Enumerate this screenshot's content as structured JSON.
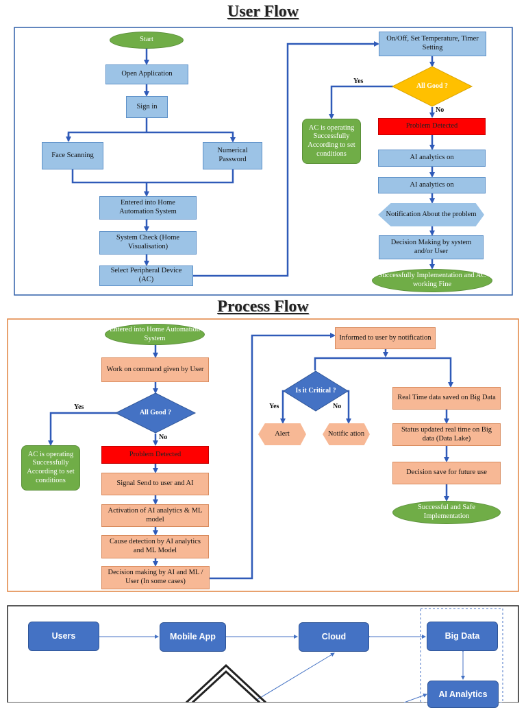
{
  "user_flow": {
    "title": "User Flow",
    "start": "Start",
    "open_application": "Open Application",
    "sign_in": "Sign in",
    "face_scanning": "Face Scanning",
    "numerical_password": "Numerical Password",
    "entered_home": "Entered into Home Automation System",
    "system_check": "System Check (Home Visualisation)",
    "select_device": "Select Peripheral Device (AC)",
    "on_off": "On/Off, Set Temperature, Timer Setting",
    "all_good": "All Good ?",
    "yes": "Yes",
    "no": "No",
    "ac_operating": "AC is operating Successfully According to set conditions",
    "problem_detected": "Problem Detected",
    "ai_analytics_1": "AI analytics on",
    "ai_analytics_2": "AI analytics on",
    "notification": "Notification About the problem",
    "decision_making": "Decision Making by system and/or User",
    "success": "Successfully Implementation and AC working Fine"
  },
  "process_flow": {
    "title": "Process Flow",
    "entered_home": "Entered into Home Automation System",
    "work_on_command": "Work on command given by User",
    "all_good": "All Good ?",
    "yes": "Yes",
    "no": "No",
    "ac_operating": "AC is operating Successfully According to set conditions",
    "problem_detected": "Problem Detected",
    "signal_send": "Signal Send to user and AI",
    "activation": "Activation of AI analytics & ML model",
    "cause_detection": "Cause detection by AI analytics and ML Model",
    "decision_making": "Decision making by AI and ML / User (In some cases)",
    "informed": "Informed to user by notification",
    "is_critical": "Is it Critical ?",
    "yes2": "Yes",
    "no2": "No",
    "alert": "Alert",
    "notification": "Notific ation",
    "real_time": "Real Time data saved on Big Data",
    "status_updated": "Status updated real time on Big data (Data Lake)",
    "decision_save": "Decision save for future use",
    "success": "Successful and Safe Implementation"
  },
  "architecture": {
    "users": "Users",
    "mobile_app": "Mobile App",
    "cloud": "Cloud",
    "big_data": "Big Data",
    "ai_analytics": "AI Analytics"
  },
  "colors": {
    "blue_box": "#9cc3e6",
    "peach_box": "#f7b895",
    "red_box": "#ff0000",
    "green_node": "#70ad47",
    "gold_diamond": "#ffc000",
    "blue_diamond": "#4472c4",
    "user_panel_border": "#2e5ea8",
    "process_panel_border": "#e0823f",
    "connector": "#2f5ab8"
  }
}
